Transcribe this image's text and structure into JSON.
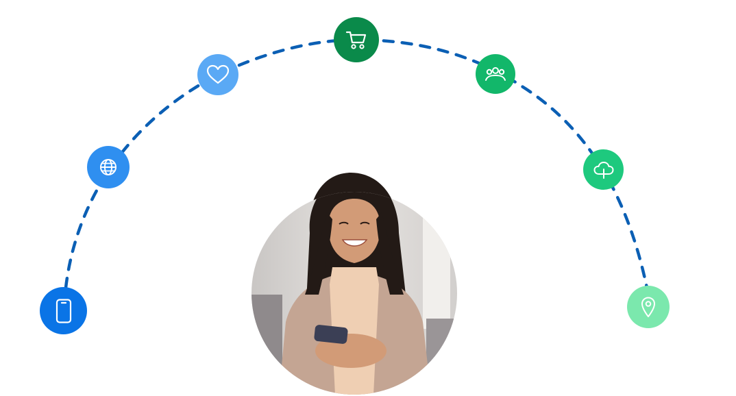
{
  "colors": {
    "arc": "#0b5fb4",
    "phone": "#0a74e6",
    "globe": "#2f8ff0",
    "heart": "#5aa9f5",
    "cart": "#0a8a4a",
    "community": "#12b76a",
    "cloud": "#1ec97e",
    "location": "#7be8ad",
    "icon_stroke": "#ffffff",
    "wall": "#d9d6d3",
    "cardigan": "#c4a593",
    "sweater": "#efcfb3",
    "hair": "#231a16",
    "skin": "#d29b77"
  },
  "journey": {
    "touchpoints": [
      {
        "id": "phone",
        "icon": "smartphone-icon"
      },
      {
        "id": "globe",
        "icon": "globe-icon"
      },
      {
        "id": "heart",
        "icon": "heart-icon"
      },
      {
        "id": "cart",
        "icon": "shopping-cart-icon"
      },
      {
        "id": "community",
        "icon": "group-icon"
      },
      {
        "id": "cloud",
        "icon": "cloud-icon"
      },
      {
        "id": "location",
        "icon": "location-pin-icon"
      }
    ]
  },
  "hero": {
    "image": "smiling-woman-using-phone-photo"
  }
}
